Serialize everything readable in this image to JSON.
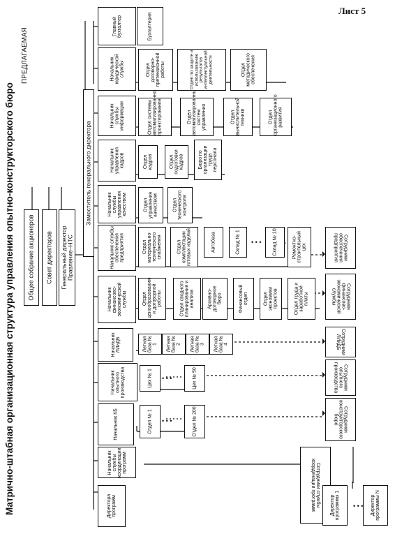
{
  "title": "Матрично-штабная организационная структура управления опытно-конструкторского бюро",
  "badge": "ПРЕДЛАГАЕМАЯ",
  "sheet": "Лист 5",
  "top": {
    "shareholders": "Общее собрание акционеров",
    "board": "Совет директоров",
    "ceo": "Генеральный директор Правление–НТС",
    "deputy": "Заместитель генерального директора"
  },
  "heads": {
    "programs": "Директора программ",
    "coord": "Начальник службы координации программ",
    "kb": "Начальник КБ",
    "prod": "Начальник опытного производства",
    "lids": "Начальник ЛИиДБ",
    "fin": "Начальник финансово-экономической службы",
    "support": "Начальник службы обеспечения предприятия",
    "quality": "Начальник службы управления качеством",
    "hr": "Начальник управления кадров",
    "it": "Начальник службы информации",
    "legal": "Начальник юридической службы",
    "accountant": "Главный бухгалтер"
  },
  "kb_units": [
    "Отдел № 1",
    "Отдел № 200"
  ],
  "prod_units": [
    "Цех № 1",
    "Цех № 50"
  ],
  "lids_units": [
    "Летная база № 1",
    "Летная база № 2",
    "Летная база № 3",
    "Летная база № 4"
  ],
  "fin_units": [
    "Отдел ценообразования и договорной работы",
    "Отдел сводного планирования и анализа",
    "Архивно-договорное бюро",
    "Финансовый отдел",
    "Отдел экономики проектов",
    "Отдел труда и заработной платы"
  ],
  "support_units": [
    "Отдел материально-технического снабжения",
    "Отдел комплектации готовых изделий",
    "Автобаза",
    "Склад № 1",
    "Склад № 10",
    "Ремонтно-строительный цех"
  ],
  "quality_units": [
    "Отдел управления качеством",
    "Отдел технического контроля"
  ],
  "hr_units": [
    "Отдел кадров",
    "Отдел подготовки кадров",
    "Бюро по организации труда персонала"
  ],
  "it_units": [
    "Отдел системы автоматизированного проектирования",
    "Отдел автоматизированных систем управления",
    "Отдел вычислительной техники",
    "Отдел организационного развития"
  ],
  "legal_units": [
    "Отдел договорно-претензионной работы",
    "Отдел по защите и использованию результатов интеллектуальной деятельности",
    "Отдел методического обеспечения"
  ],
  "accounting": "Бухгалтерия",
  "staff": {
    "coord": "Сотрудники службы координации программ",
    "kb": "Сотрудники конструкторского бюро",
    "prod": "Сотрудники опытного производства",
    "lids": "Сотрудники ЛИиДБ",
    "fin": "Сотрудники финансово-экономической службы",
    "support": "Сотрудники обеспечения предприятия"
  },
  "program_directors": [
    "Директор программы 1",
    "Директор программы N"
  ],
  "ellipsis": "• • •"
}
